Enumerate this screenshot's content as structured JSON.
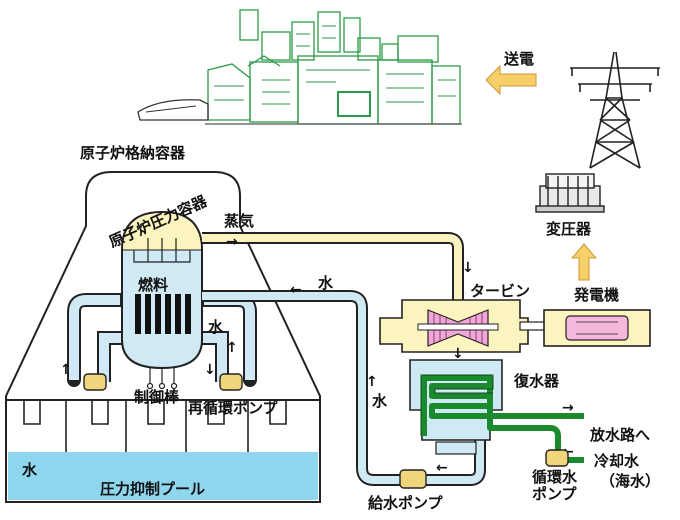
{
  "labels": {
    "transmission": "送電",
    "containment_vessel": "原子炉格納容器",
    "pressure_vessel": "原子炉圧力容器",
    "steam": "蒸気",
    "water_top": "水",
    "fuel": "燃料",
    "water_inner": "水",
    "control_rod": "制御棒",
    "recirc_pump": "再循環ポンプ",
    "pool_water": "水",
    "suppression_pool": "圧力抑制プール",
    "transformer": "変圧器",
    "turbine": "タービン",
    "generator": "発電機",
    "condenser": "復水器",
    "water_return": "水",
    "to_outlet": "放水路へ",
    "cooling_water": "冷却水",
    "seawater": "（海水）",
    "circ_pump_line1": "循環水",
    "circ_pump_line2": "ポンプ",
    "feed_pump": "給水ポンプ"
  },
  "colors": {
    "water_blue": "#cfe9f5",
    "steam_yellow": "#fbf4bf",
    "pool_blue": "#8ed6ee",
    "turbine_pink": "#f2a7d8",
    "generator_pink": "#f5b8dc",
    "condenser_green": "#1b8a2e",
    "arrow_yellow": "#f6cf6a",
    "pump_yellow": "#f1d57a",
    "city_green": "#2c9a48"
  }
}
